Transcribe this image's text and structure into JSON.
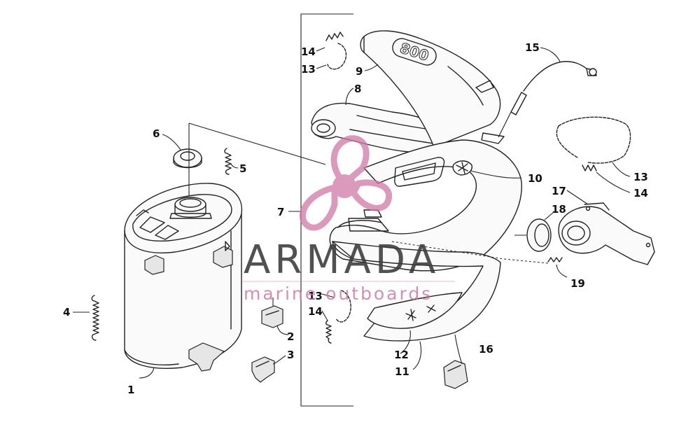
{
  "callouts": {
    "c1": "1",
    "c2": "2",
    "c3": "3",
    "c4": "4",
    "c5": "5",
    "c6": "6",
    "c7": "7",
    "c8": "8",
    "c9": "9",
    "c10": "10",
    "c11": "11",
    "c12": "12",
    "c13a": "13",
    "c13b": "13",
    "c13c": "13",
    "c14a": "14",
    "c14b": "14",
    "c14c": "14",
    "c15": "15",
    "c16": "16",
    "c17": "17",
    "c18": "18",
    "c19": "19"
  },
  "pipe_marking": "800",
  "watermark": {
    "title": "ARMADA",
    "subtitle": "marine outboards",
    "accent_color": "#d078a6",
    "text_color": "#3a3a3a"
  }
}
